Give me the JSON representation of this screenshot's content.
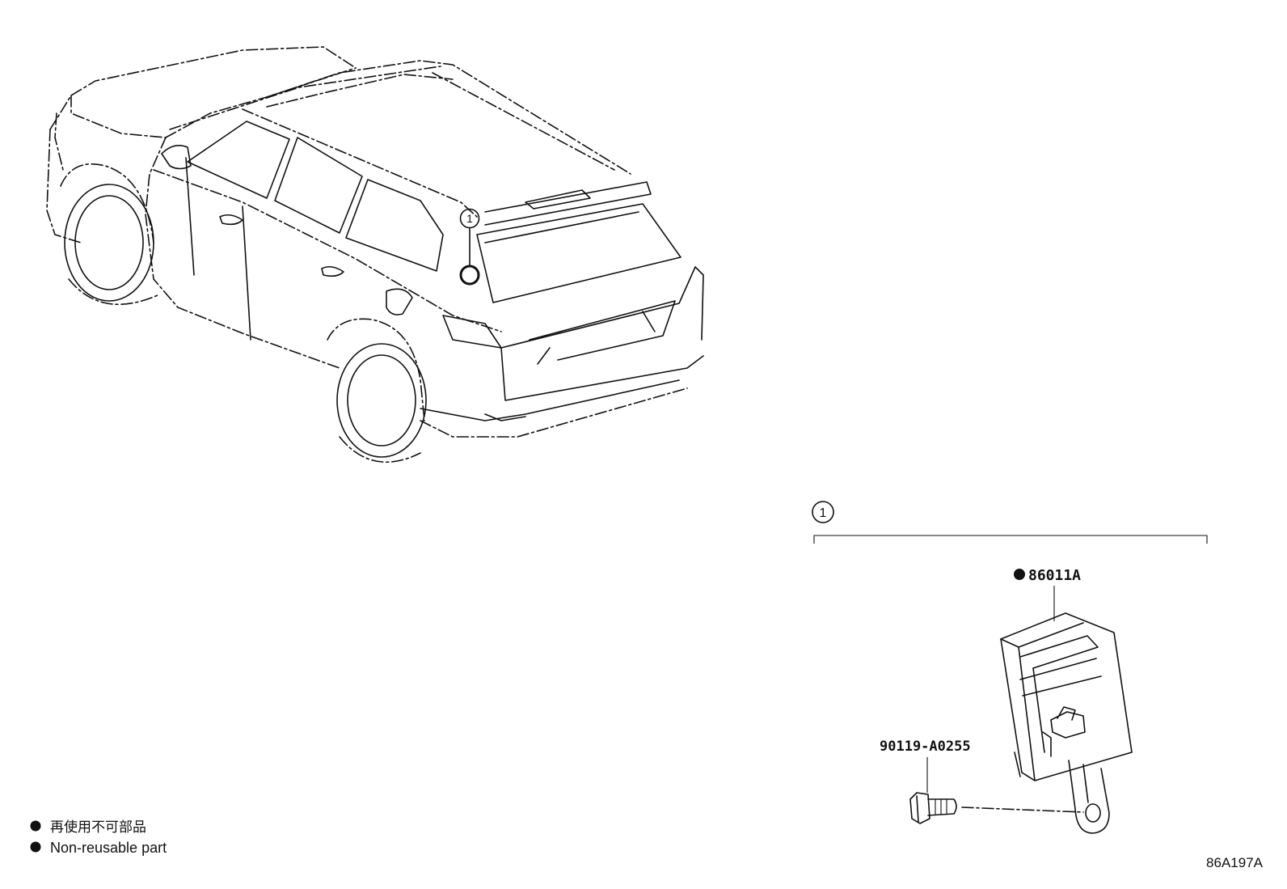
{
  "callout_number": "1",
  "parts": [
    {
      "id": "part-86011a",
      "label": "86011A",
      "non_reusable": true
    },
    {
      "id": "part-90119-a0255",
      "label": "90119-A0255",
      "non_reusable": false
    }
  ],
  "legend": {
    "japanese": "再使用不可部品",
    "english": "Non-reusable part"
  },
  "illustration_code": "86A197A"
}
